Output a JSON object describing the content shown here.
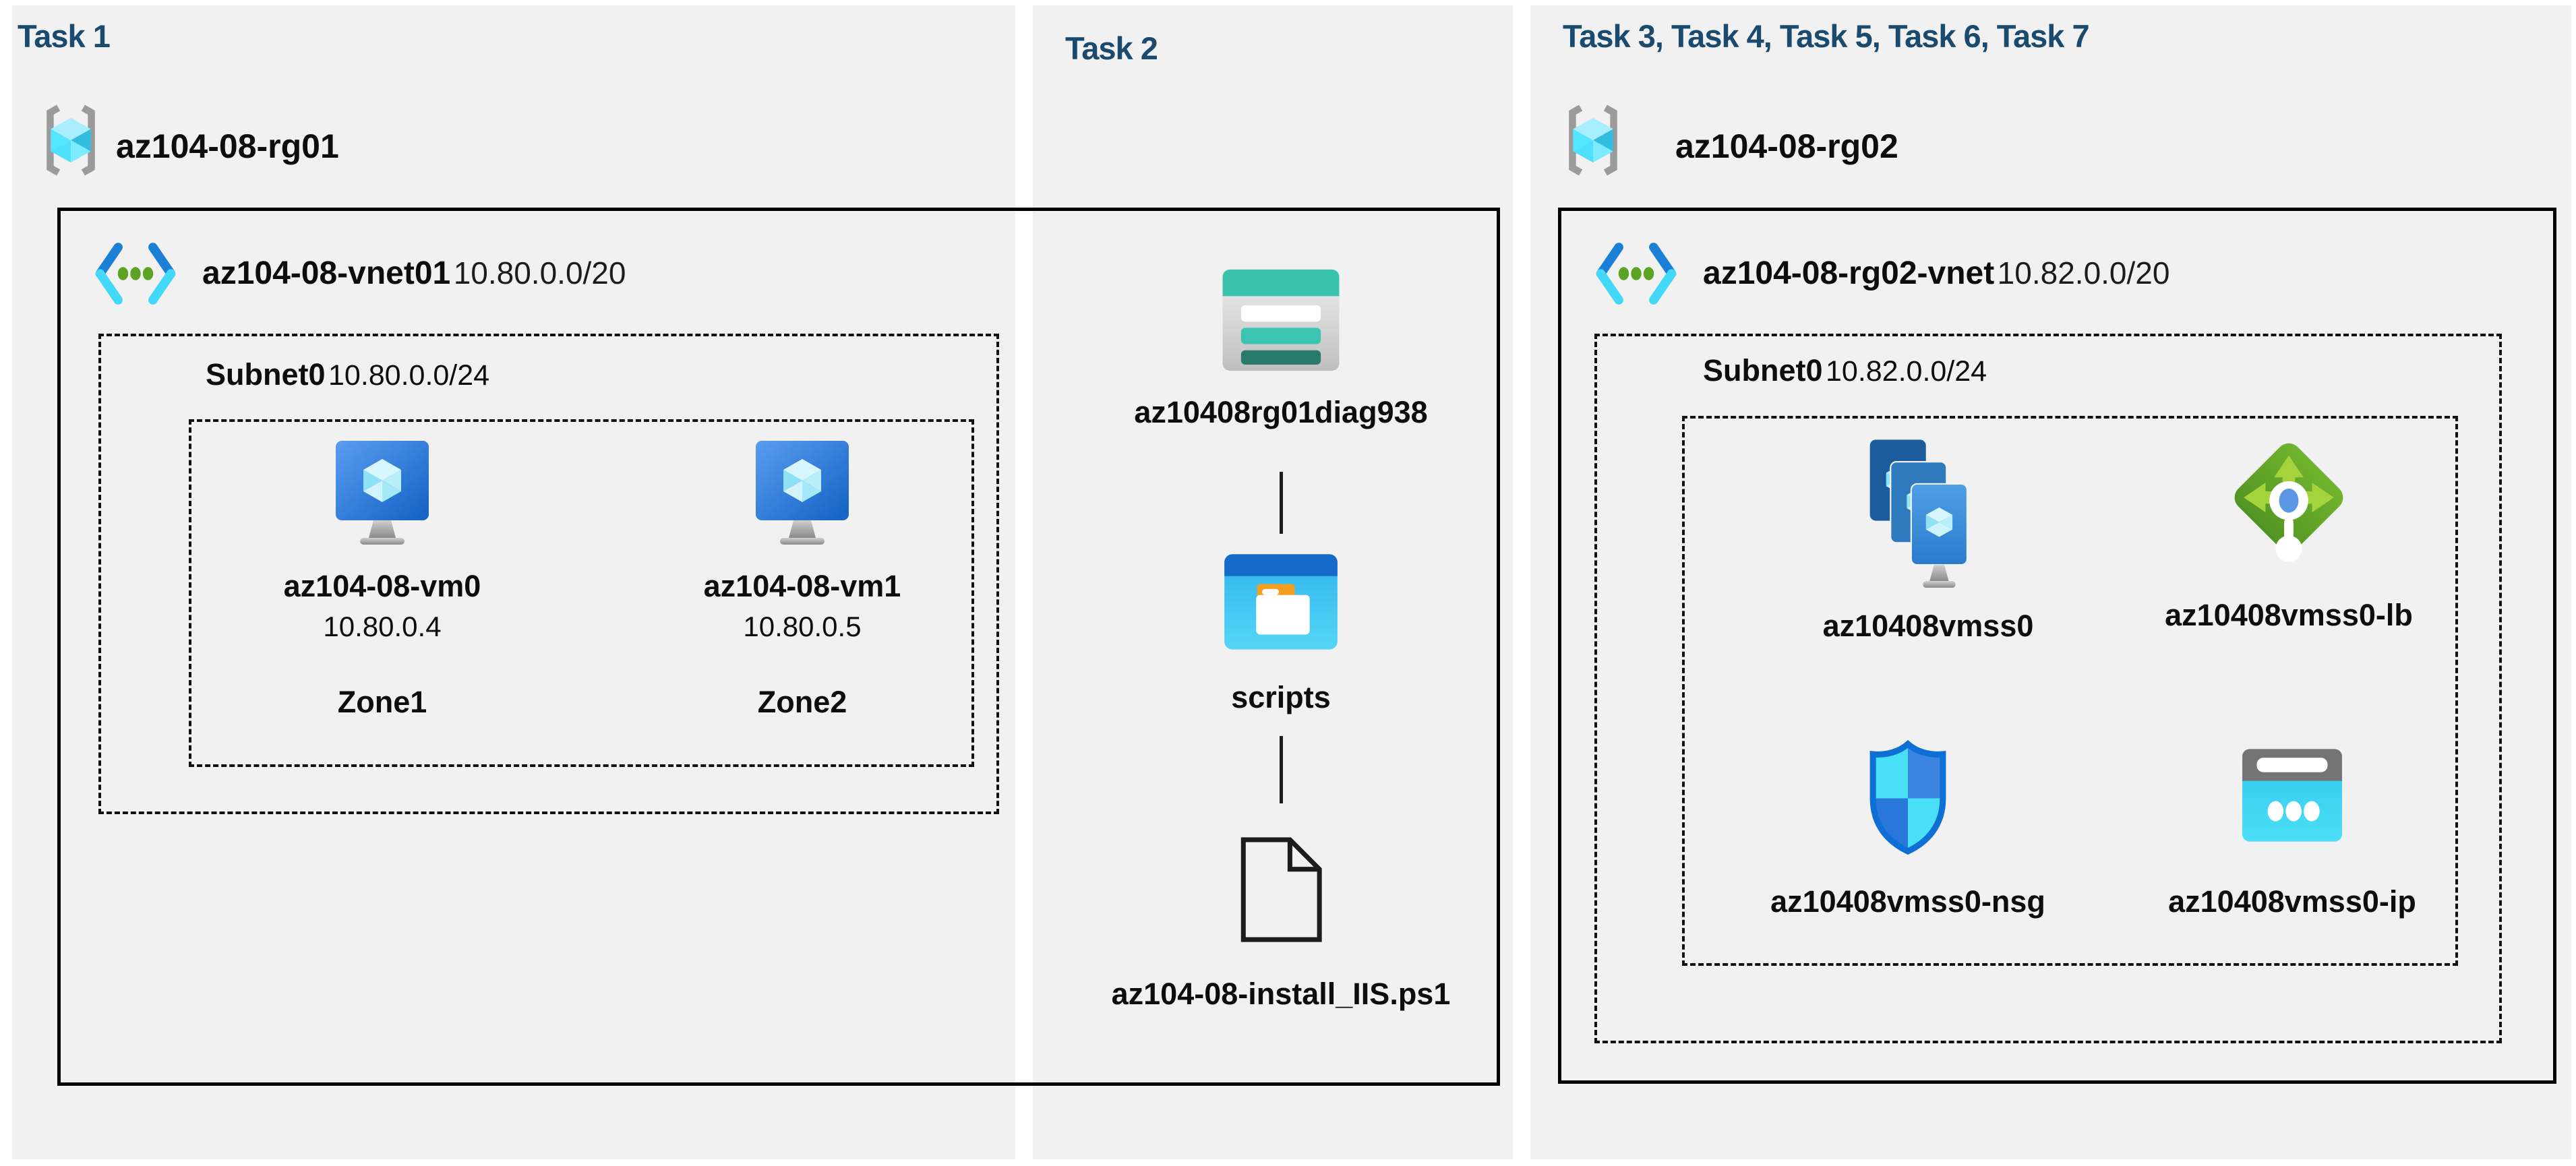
{
  "colors": {
    "header_text": "#1a4a6e",
    "panel_bg": "#f1f1f1",
    "outline_black": "#000000",
    "vnet_blue": "#1b7fd6",
    "vnet_cyan": "#44d8f8",
    "lb_green": "#6fb32d",
    "nsg_blue": "#0e6fd4",
    "storage_teal": "#39c2ae",
    "ip_cyan": "#35cdef"
  },
  "task1": {
    "header": "Task 1",
    "resource_group": "az104-08-rg01",
    "vnet": {
      "name": "az104-08-vnet01",
      "cidr": "10.80.0.0/20"
    },
    "subnet": {
      "name": "Subnet0",
      "cidr": "10.80.0.0/24"
    },
    "vms": [
      {
        "name": "az104-08-vm0",
        "ip": "10.80.0.4",
        "zone": "Zone1"
      },
      {
        "name": "az104-08-vm1",
        "ip": "10.80.0.5",
        "zone": "Zone2"
      }
    ]
  },
  "task2": {
    "header": "Task 2",
    "storage_account": "az10408rg01diag938",
    "folder": "scripts",
    "script_file": "az104-08-install_IIS.ps1"
  },
  "task3": {
    "header": "Task 3, Task 4, Task 5, Task 6, Task 7",
    "resource_group": "az104-08-rg02",
    "vnet": {
      "name": "az104-08-rg02-vnet",
      "cidr": "10.82.0.0/20"
    },
    "subnet": {
      "name": "Subnet0",
      "cidr": "10.82.0.0/24"
    },
    "resources": [
      {
        "name": "az10408vmss0"
      },
      {
        "name": "az10408vmss0-lb"
      },
      {
        "name": "az10408vmss0-nsg"
      },
      {
        "name": "az10408vmss0-ip"
      }
    ]
  }
}
